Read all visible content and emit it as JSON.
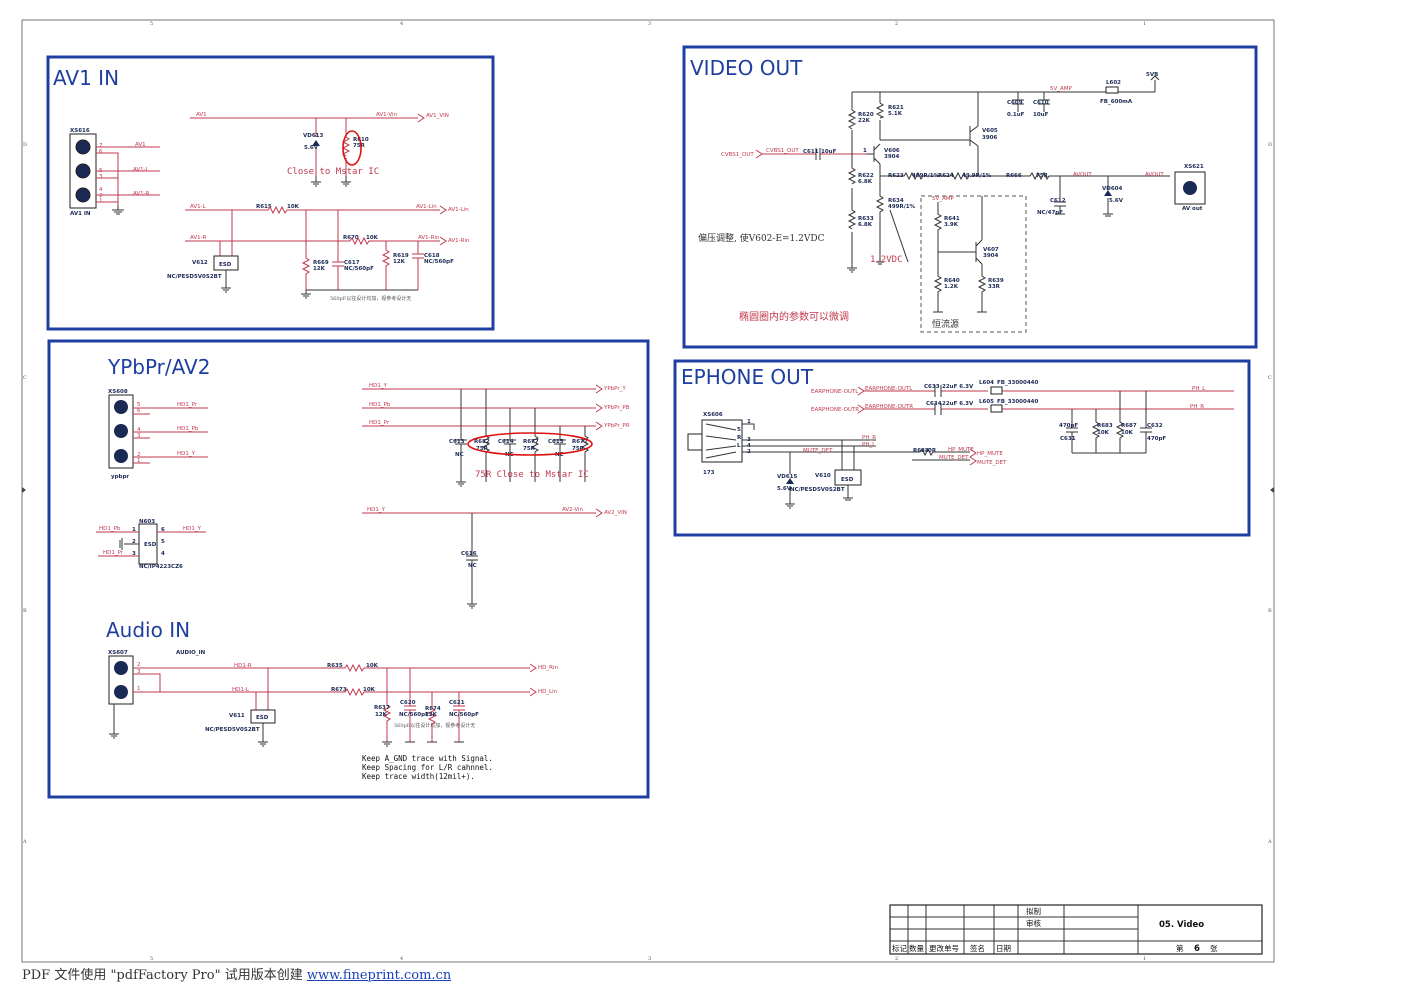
{
  "blocks": {
    "av1_in": "AV1 IN",
    "video_out": "VIDEO OUT",
    "ypbpr": "YPbPr/AV2",
    "ephone_out": "EPHONE OUT",
    "audio_in": "Audio IN"
  },
  "notes": {
    "av1_close": "Close to Mstar IC",
    "ypbpr_close": "75R Close to Mstar IC",
    "bias_adjust": "偏压调整, 使V602-E=1.2VDC",
    "vdc": "1.2VDC",
    "ellipse_params": "椭圆圈内的参数可以微调",
    "current_source": "恒流源",
    "cap_hint": "560pF以往设计均加，视参考设计无",
    "audio_keep_1": "Keep A_GND trace with Signal.",
    "audio_keep_2": "Keep Spacing for L/R cahnnel.",
    "audio_keep_3": "Keep trace width(12mil+)."
  },
  "av1": {
    "conn": "XS616",
    "conn_label": "AV1 IN",
    "pins": [
      "7",
      "6",
      "5",
      "3",
      "4",
      "2",
      "1"
    ],
    "nets": [
      "AV1",
      "AV1-L",
      "AV1-R"
    ],
    "vd": "VD613",
    "vd_val": "5.6V",
    "r610": "R610",
    "r610_val": "75R",
    "av1_net": "AV1",
    "av1_vin": "AV1-Vin",
    "av1_vin_port": "AV1_VIN",
    "r615": "R615",
    "r615_val": "10K",
    "av1_l": "AV1-L",
    "av1_lin": "AV1-Lin",
    "av1_lin_port": "AV1-Lin",
    "r670": "R670",
    "r670_val": "10K",
    "av1_r": "AV1-R",
    "av1_rin": "AV1-Rin",
    "av1_rin_port": "AV1-Rin",
    "v612": "V612",
    "esd": "ESD",
    "esd_part": "NC/PESD5V0S2BT",
    "r669": "R669",
    "r669_val": "12K",
    "c617": "C617",
    "c617_val": "NC/560pF",
    "r619": "R619",
    "r619_val": "12K",
    "c618": "C618",
    "c618_val": "NC/560pF"
  },
  "video": {
    "cvbs_port": "CVBS1_OUT",
    "cvbs_net": "CVBS1_OUT",
    "c611": "C611",
    "c611_val": "10uF",
    "r620": "R620",
    "r620_val": "22K",
    "r621": "R621",
    "r621_val": "5.1K",
    "r622": "R622",
    "r622_val": "6.8K",
    "r633": "R633",
    "r633_val": "6.8K",
    "v606": "V606",
    "v606_val": "3904",
    "v605": "V605",
    "v605_val": "3906",
    "r623": "R623",
    "r623_val": "499R/1%",
    "r624": "R624",
    "r624_val": "49.9R/1%",
    "r634": "R634",
    "r634_val": "499R/1%",
    "r666": "R666",
    "r666_val": "75R",
    "avout": "AVOUT",
    "c609": "C609",
    "c609_val": "0.1uF",
    "c610": "C610",
    "c610_val": "10uF",
    "fivev_amp": "5V_AMP",
    "l602": "L602",
    "l602_val": "FB_600mA",
    "fivevb": "5VB",
    "vd604": "VD604",
    "vd604_val": "5.6V",
    "c612": "C612",
    "c612_val": "NC/47pF",
    "xs621": "XS621",
    "xs621_label": "AV out",
    "r641": "R641",
    "r641_val": "3.9K",
    "v607": "V607",
    "v607_val": "3904",
    "r640": "R640",
    "r640_val": "1.2K",
    "r639": "R639",
    "r639_val": "33R"
  },
  "ypbpr_d": {
    "conn": "XS608",
    "conn_label": "ypbpr",
    "pins": [
      "5",
      "6",
      "4",
      "3",
      "2",
      "1"
    ],
    "nets": [
      "HD1_Pr",
      "HD1_Pb",
      "HD1_Y"
    ],
    "hd1_y": "HD1_Y",
    "hd1_pb": "HD1_Pb",
    "hd1_pr": "HD1_Pr",
    "p_y": "YPbPr_Y",
    "p_pb": "YPbPr_PB",
    "p_pr": "YPbPr_PR",
    "c613": "C613",
    "c613_val": "NC",
    "r632": "R632",
    "r632_val": "75R",
    "c614": "C614",
    "c614_val": "NC",
    "r677": "R677",
    "r677_val": "75R",
    "c615": "C615",
    "c615_val": "NC",
    "r672": "R672",
    "r672_val": "75R",
    "av2_vin": "AV2-Vin",
    "av2_port": "AV2_VIN",
    "c616": "C616",
    "c616_val": "NC",
    "n603": "N603",
    "n603_part": "NC/IP4223CZ6",
    "esd": "ESD",
    "n_pins": [
      "1",
      "2",
      "3",
      "6",
      "5",
      "4"
    ]
  },
  "ephone": {
    "outl": "EARPHONE-OUTL",
    "outr": "EARPHONE-OUTR",
    "outl2": "EARPHONE-OUTL",
    "outr2": "EARPHONE-OUTR",
    "c633": "C633",
    "c633_val": "22uF 6.3V",
    "c634": "C634",
    "c634_val": "22uF 6.3V",
    "l604": "L604",
    "l604_val": "FB_33000440",
    "l605": "L605",
    "l605_val": "FB_33000440",
    "ph_l": "PH_L",
    "ph_r": "PH_R",
    "ph_r2": "PH_R",
    "ph_l2": "PH_L",
    "xs606": "XS606",
    "part": "173",
    "jack_pins": [
      "1",
      "5",
      "R",
      "3",
      "L",
      "4",
      "2"
    ],
    "mute_det": "MUTE_DET",
    "mute_det2": "MUTE_DET",
    "mute_port": "MUTE_DET",
    "r688": "R688",
    "r688_val": "0R",
    "hp_mute": "HP_MUTE",
    "hp_port": "HP_MUTE",
    "vd615": "VD615",
    "vd615_val": "5.6V",
    "v610": "V610",
    "esd": "ESD",
    "esd_part": "NC/PESD5V0S2BT",
    "c631": "C631",
    "c631_val": "470pF",
    "r683": "R683",
    "r683_val": "10K",
    "r687": "R687",
    "r687_val": "10K",
    "c632": "C632",
    "c632_val": "470pF"
  },
  "audio": {
    "conn": "XS607",
    "conn_label": "AUDIO_IN",
    "pins": [
      "2",
      "3",
      "1"
    ],
    "hd1_r": "HD1-R",
    "hd1_l": "HD1-L",
    "r635": "R635",
    "r635_val": "10K",
    "r673": "R673",
    "r673_val": "10K",
    "hd_rin": "HD_Rin",
    "hd_lin": "HD_Lin",
    "v611": "V611",
    "esd": "ESD",
    "esd_part": "NC/PESD5V0S2BT",
    "r637": "R637",
    "r637_val": "12K",
    "c620": "C620",
    "c620_val": "NC/560pF",
    "r674": "R674",
    "r674_val": "12K",
    "c621": "C621",
    "c621_val": "NC/560pF"
  },
  "title_block": {
    "drawn": "拟制",
    "review": "审核",
    "sheet_title": "05. Video",
    "h1": "标记",
    "h2": "数量",
    "h3": "更改单号",
    "h4": "签名",
    "h5": "日期",
    "page_pre": "第",
    "page_no": "6",
    "page_post": "张"
  },
  "footer": {
    "text": "PDF 文件使用 \"pdfFactory Pro\" 试用版本创建 ",
    "link": "www.fineprint.com.cn"
  },
  "border_marks": {
    "top": [
      "5",
      "4",
      "3",
      "2",
      "1"
    ],
    "side": [
      "D",
      "C",
      "B",
      "A"
    ]
  }
}
